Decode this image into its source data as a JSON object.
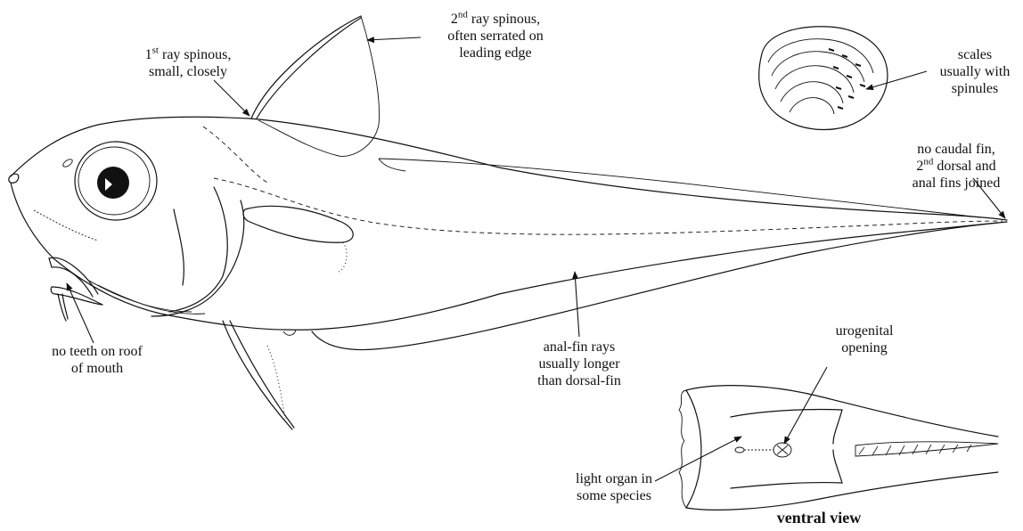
{
  "labels": {
    "first_ray": {
      "sup": "st",
      "line1_pre": "1",
      "line1_post": " ray spinous,",
      "line2": "small, closely"
    },
    "second_ray": {
      "sup": "nd",
      "line1_pre": "2",
      "line1_post": " ray spinous,",
      "line2": "often serrated on",
      "line3": "leading edge"
    },
    "scales": {
      "line1": "scales",
      "line2": "usually with",
      "line3": "spinules"
    },
    "caudal": {
      "line1": "no caudal fin,",
      "sup": "nd",
      "line2_pre": "2",
      "line2_post": " dorsal and",
      "line3": "anal fins joined"
    },
    "teeth": {
      "line1": "no teeth on roof",
      "line2": "of mouth"
    },
    "anal_fin": {
      "line1": "anal-fin rays",
      "line2": "usually longer",
      "line3": "than dorsal-fin"
    },
    "urogenital": {
      "line1": "urogenital",
      "line2": "opening"
    },
    "light_organ": {
      "line1": "light organ in",
      "line2": "some species"
    },
    "ventral_view": "ventral view"
  }
}
